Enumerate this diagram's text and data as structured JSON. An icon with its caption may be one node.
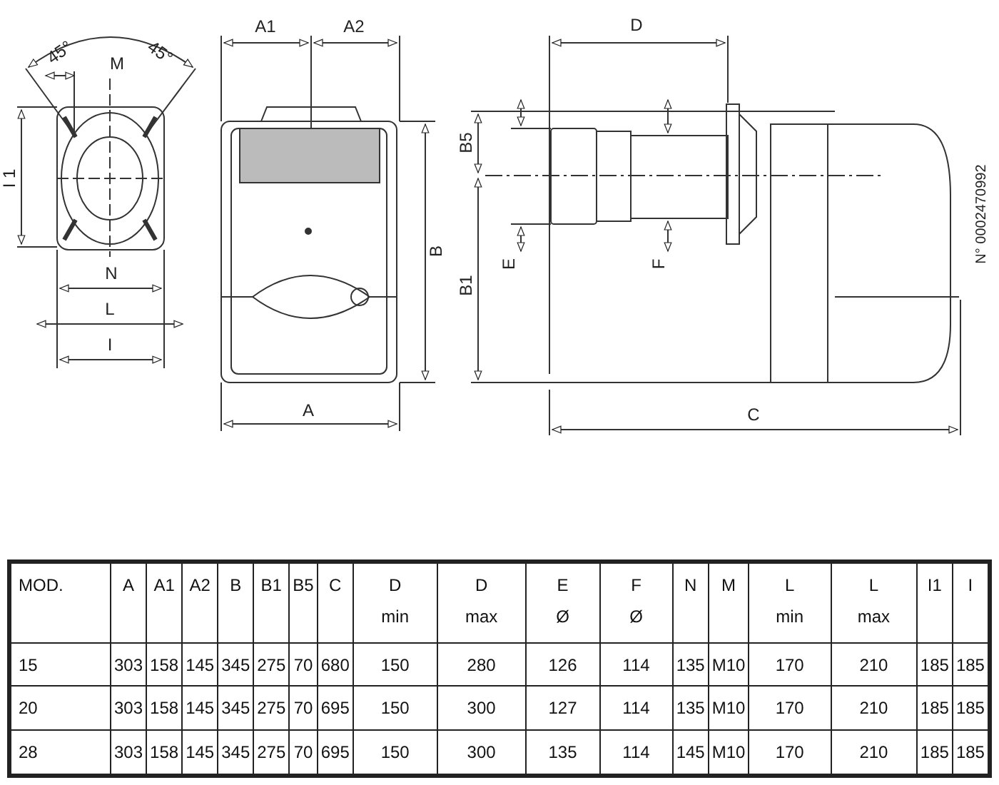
{
  "diagram": {
    "labels": [
      "45°",
      "45°",
      "M",
      "I 1",
      "N",
      "L",
      "I",
      "A1",
      "A2",
      "B",
      "A",
      "D",
      "B5",
      "B1",
      "E",
      "F",
      "C",
      "N° 0002470992",
      "MOD.",
      "A",
      "A1",
      "A2",
      "B",
      "B1",
      "B5",
      "C",
      "D min",
      "D max",
      "E Ø",
      "F Ø",
      "N",
      "M",
      "L min",
      "L max",
      "I1",
      "I",
      "15",
      "303",
      "158",
      "145",
      "345",
      "275",
      "70",
      "680",
      "150",
      "280",
      "126",
      "114",
      "135",
      "M10",
      "170",
      "210",
      "185",
      "185",
      "20",
      "303",
      "158",
      "145",
      "345",
      "275",
      "70",
      "695",
      "150",
      "300",
      "127",
      "114",
      "135",
      "M10",
      "170",
      "210",
      "185",
      "185",
      "28",
      "303",
      "158",
      "145",
      "345",
      "275",
      "70",
      "695",
      "150",
      "300",
      "135",
      "114",
      "145",
      "M10",
      "170",
      "210",
      "185",
      "185"
    ]
  }
}
